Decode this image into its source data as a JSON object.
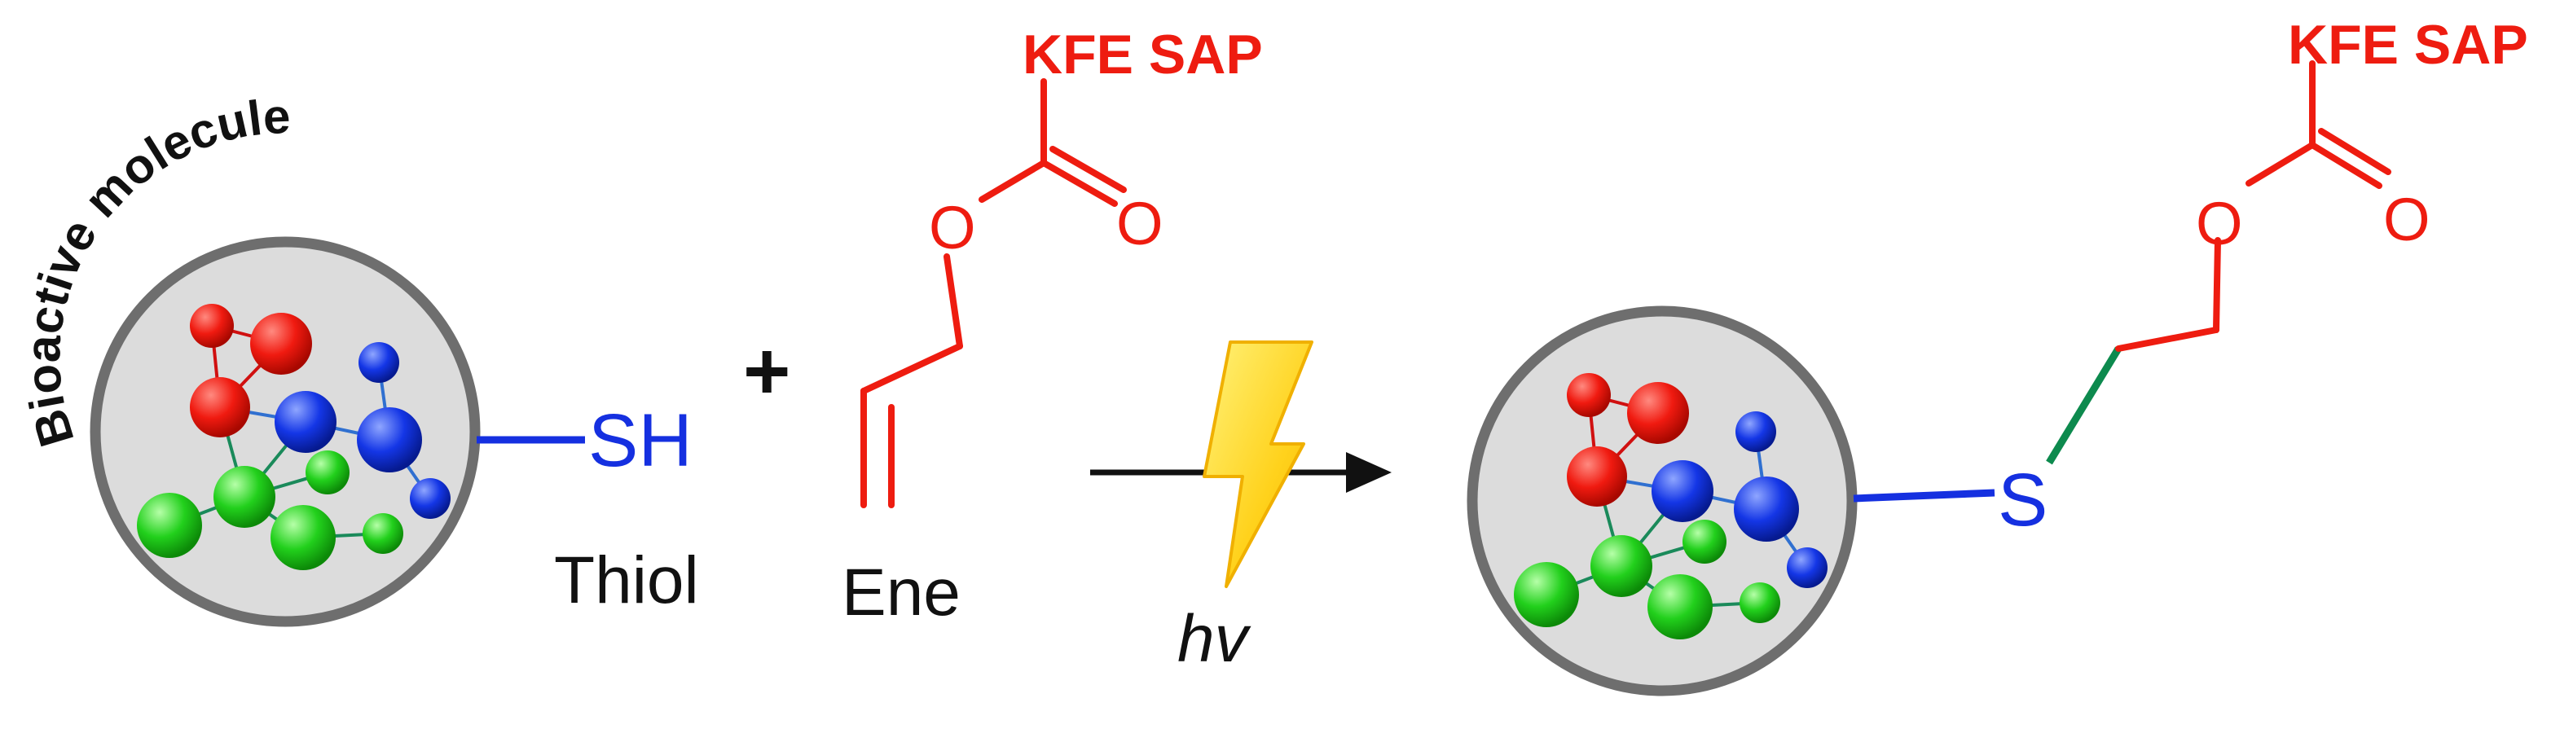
{
  "reactant_left": {
    "curved_label": "Bioactive molecule",
    "group_label": "SH",
    "name_label": "Thiol"
  },
  "plus_sign": "+",
  "reactant_right": {
    "peptide_label": "KFE SAP",
    "carbonyl_o": "O",
    "ester_o": "O",
    "name_label": "Ene"
  },
  "reaction_arrow": {
    "condition_label": "hv"
  },
  "product": {
    "peptide_label": "KFE SAP",
    "carbonyl_o": "O",
    "ester_o": "O",
    "sulfur_label": "S"
  },
  "colors": {
    "chain_red": "#ee1c10",
    "link_blue": "#1530e0",
    "link_green": "#0d8a4e",
    "sphere_green": "#25d21e",
    "circle_fill": "#dcdcdc",
    "circle_stroke": "#6e6e6e",
    "bolt_yellow": "#ffd21c"
  },
  "icons": [
    "molecule-cluster-icon",
    "lightning-bolt-icon"
  ]
}
